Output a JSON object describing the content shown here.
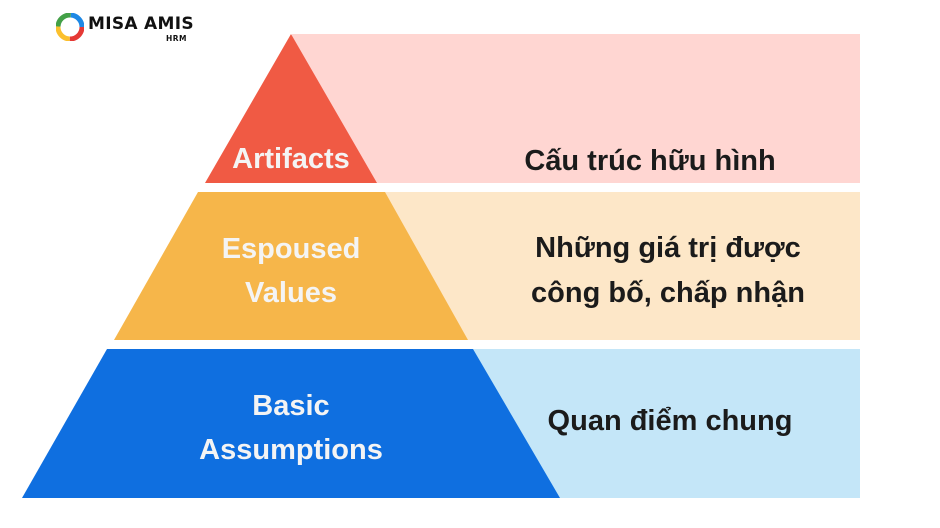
{
  "logo": {
    "brand": "MISA AMIS",
    "product": "HRM"
  },
  "layers": [
    {
      "name": "Artifacts",
      "label_lines": [
        "Artifacts"
      ],
      "description_lines": [
        "Cấu trúc hữu hình"
      ],
      "triangle_color": "#f05a44",
      "band_color": "#ffd6d2"
    },
    {
      "name": "Espoused Values",
      "label_lines": [
        "Espoused",
        "Values"
      ],
      "description_lines": [
        "Những giá trị được",
        "công bố, chấp nhận"
      ],
      "triangle_color": "#f6b64a",
      "band_color": "#fde7c8"
    },
    {
      "name": "Basic Assumptions",
      "label_lines": [
        "Basic",
        "Assumptions"
      ],
      "description_lines": [
        "Quan điểm chung"
      ],
      "triangle_color": "#0f6fe0",
      "band_color": "#c4e6f8"
    }
  ]
}
